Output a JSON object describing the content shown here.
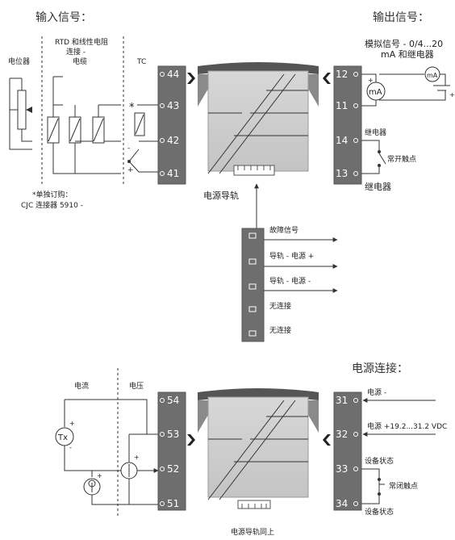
{
  "top": {
    "input_title": "输入信号：",
    "output_title": "输出信号：",
    "col_pot": "电位器",
    "col_rtd_l1": "RTD 和线性电阻",
    "col_rtd_l2": "连接 -",
    "col_rtd_l3": "电缆",
    "col_tc": "TC",
    "out_analog_l1": "模拟信号 - 0/4...20",
    "out_analog_l2": "mA 和继电器",
    "relay_label": "继电器",
    "no_contact": "常开触点",
    "relay_label2": "继电器",
    "cjc_l1": "*单独订购：",
    "cjc_l2": "CJC 连接器 5910 -",
    "rail_label": "电源导轨",
    "meter": "mA",
    "terminals_left": [
      "44",
      "43",
      "42",
      "41"
    ],
    "terminals_right": [
      "12",
      "11",
      "14",
      "13"
    ]
  },
  "rail": {
    "signals": [
      "故障信号",
      "导轨 - 电源 +",
      "导轨 - 电源 -",
      "无连接",
      "无连接"
    ]
  },
  "bottom": {
    "power_title": "电源连接：",
    "col_current": "电流",
    "col_voltage": "电压",
    "tx": "Tx",
    "terminals_left": [
      "54",
      "53",
      "52",
      "51"
    ],
    "terminals_right": [
      "31",
      "32",
      "33",
      "34"
    ],
    "pwr_minus": "电源 -",
    "pwr_plus": "电源 +19.2...31.2 VDC",
    "status1": "设备状态",
    "nc_contact": "常闭触点",
    "status2": "设备状态",
    "rail_label": "电源导轨同上"
  }
}
